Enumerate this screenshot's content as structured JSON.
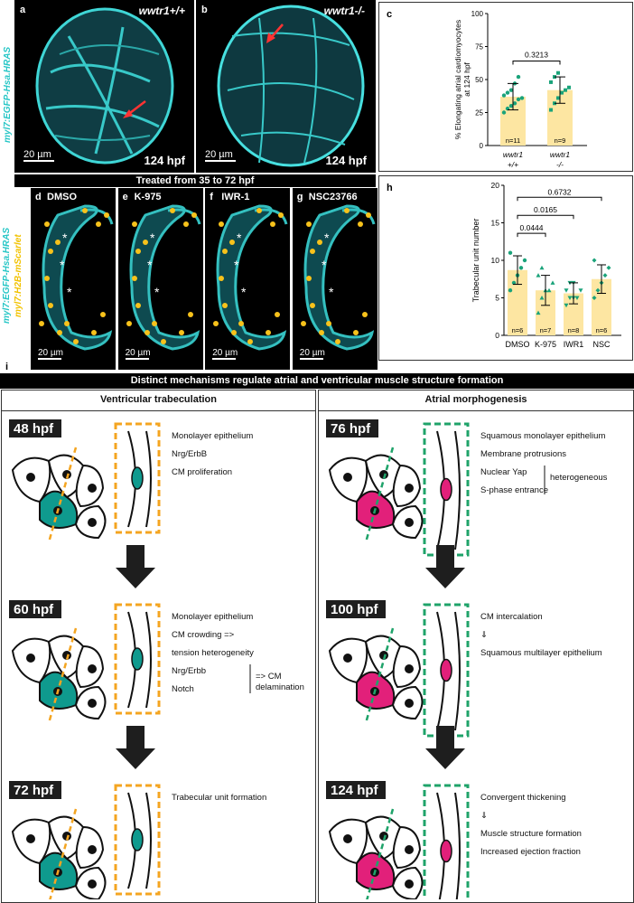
{
  "top": {
    "a": {
      "letter": "a",
      "genotype": "wwtr1+/+",
      "scale": "20 µm",
      "stage": "124 hpf"
    },
    "b": {
      "letter": "b",
      "genotype": "wwtr1-/-",
      "scale": "20 µm",
      "stage": "124 hpf"
    },
    "side_label": "myl7:EGFP-Hsa.HRAS"
  },
  "panel_c": {
    "letter": "c",
    "chart_data": {
      "type": "bar",
      "ylabel": "% Elongating atrial cardiomyocytes at 124 hpf",
      "categories": [
        "wwtr1 +/+",
        "wwtr1 -/-"
      ],
      "category_lines": [
        [
          "wwtr1",
          "+/+"
        ],
        [
          "wwtr1",
          "-/-"
        ]
      ],
      "values": [
        37,
        42
      ],
      "errors": [
        10,
        10
      ],
      "n_labels": [
        "n=11",
        "n=9"
      ],
      "points": [
        [
          25,
          28,
          30,
          32,
          35,
          36,
          38,
          40,
          42,
          47,
          52
        ],
        [
          27,
          32,
          36,
          40,
          42,
          44,
          48,
          52,
          55
        ]
      ],
      "ylim": [
        0,
        100
      ],
      "yticks": [
        0,
        25,
        50,
        75,
        100
      ],
      "pvalue": "0.3213",
      "bar_color": "#fde6a2",
      "point_color": "#1aa37a"
    }
  },
  "treated": {
    "header": "Treated from 35 to 72 hpf",
    "side_label_1": "myl7:EGFP-Hsa.HRAS",
    "side_label_2": "myl7:H2B-mScarlet",
    "panels": [
      {
        "letter": "d",
        "label": "DMSO",
        "scale": "20 µm"
      },
      {
        "letter": "e",
        "label": "K-975",
        "scale": "20 µm"
      },
      {
        "letter": "f",
        "label": "IWR-1",
        "scale": "20 µm"
      },
      {
        "letter": "g",
        "label": "NSC23766",
        "scale": "20 µm"
      }
    ]
  },
  "panel_h": {
    "letter": "h",
    "chart_data": {
      "type": "bar",
      "ylabel": "Trabecular unit number",
      "categories": [
        "DMSO",
        "K-975",
        "IWR1",
        "NSC"
      ],
      "values": [
        8.7,
        6.0,
        5.6,
        7.5
      ],
      "errors": [
        1.9,
        2.0,
        1.4,
        1.9
      ],
      "n_labels": [
        "n=6",
        "n=7",
        "n=8",
        "n=6"
      ],
      "points": [
        [
          6,
          7,
          8,
          9,
          10,
          11
        ],
        [
          3,
          5,
          6,
          6,
          7,
          8,
          9
        ],
        [
          4,
          5,
          5,
          5,
          6,
          6,
          7,
          7
        ],
        [
          5,
          6,
          7,
          8,
          9,
          10
        ]
      ],
      "ylim": [
        0,
        20
      ],
      "yticks": [
        0,
        5,
        10,
        15,
        20
      ],
      "comparisons": [
        {
          "from": 0,
          "to": 1,
          "p": "0.0444"
        },
        {
          "from": 0,
          "to": 2,
          "p": "0.0165"
        },
        {
          "from": 0,
          "to": 3,
          "p": "0.6732"
        }
      ],
      "bar_color": "#fde6a2",
      "point_color": "#1aa37a"
    }
  },
  "panel_i": {
    "letter": "i",
    "title": "Distinct mechanisms regulate atrial and ventricular muscle structure formation",
    "left_title": "Ventricular trabeculation",
    "right_title": "Atrial morphogenesis",
    "left": [
      {
        "stage": "48 hpf",
        "lines": [
          "Monolayer epithelium",
          "Nrg/ErbB",
          "CM proliferation"
        ]
      },
      {
        "stage": "60 hpf",
        "lines": [
          "Monolayer epithelium",
          "CM crowding =>",
          "tension heterogeneity",
          "Nrg/Erbb",
          "Notch"
        ],
        "bracket_text": "=> CM",
        "bracket_text2": "delamination"
      },
      {
        "stage": "72 hpf",
        "lines": [
          "Trabecular unit formation"
        ]
      }
    ],
    "right": [
      {
        "stage": "76 hpf",
        "lines": [
          "Squamous monolayer epithelium",
          "Membrane protrusions",
          "Nuclear Yap",
          "S-phase entrance"
        ],
        "bracket_text": "heterogeneous"
      },
      {
        "stage": "100 hpf",
        "lines": [
          "CM intercalation",
          "⇓",
          "Squamous multilayer epithelium"
        ]
      },
      {
        "stage": "124 hpf",
        "lines": [
          "Convergent thickening",
          "⇓",
          "Muscle structure formation",
          "Increased ejection fraction"
        ]
      }
    ],
    "colors": {
      "ventricle_highlight": "#0f9a8e",
      "atrium_highlight": "#e2207a",
      "ventricle_box": "#f4a521",
      "atrium_box": "#1fa36a",
      "arrow": "#1e1e1e"
    }
  }
}
